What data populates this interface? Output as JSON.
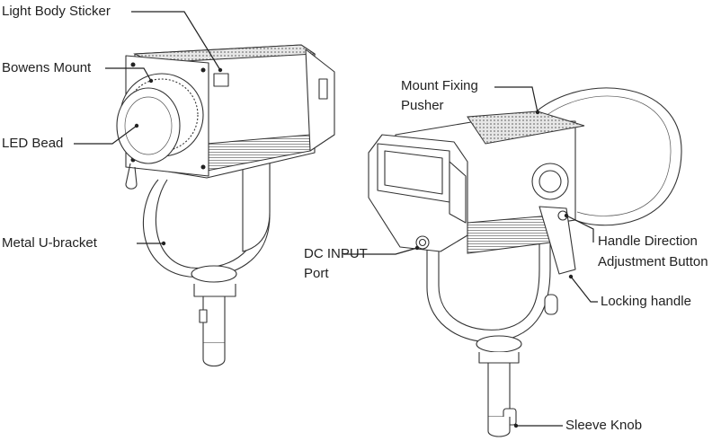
{
  "labels": {
    "light_body_sticker": "Light Body Sticker",
    "bowens_mount": "Bowens Mount",
    "led_bead": "LED Bead",
    "metal_u_bracket": "Metal U-bracket",
    "dc_input_port_line1": "DC INPUT",
    "dc_input_port_line2": "Port",
    "mount_fixing_pusher_line1": "Mount Fixing",
    "mount_fixing_pusher_line2": "Pusher",
    "handle_direction_line1": "Handle Direction",
    "handle_direction_line2": "Adjustment Button",
    "locking_handle": "Locking handle",
    "sleeve_knob": "Sleeve Knob"
  }
}
